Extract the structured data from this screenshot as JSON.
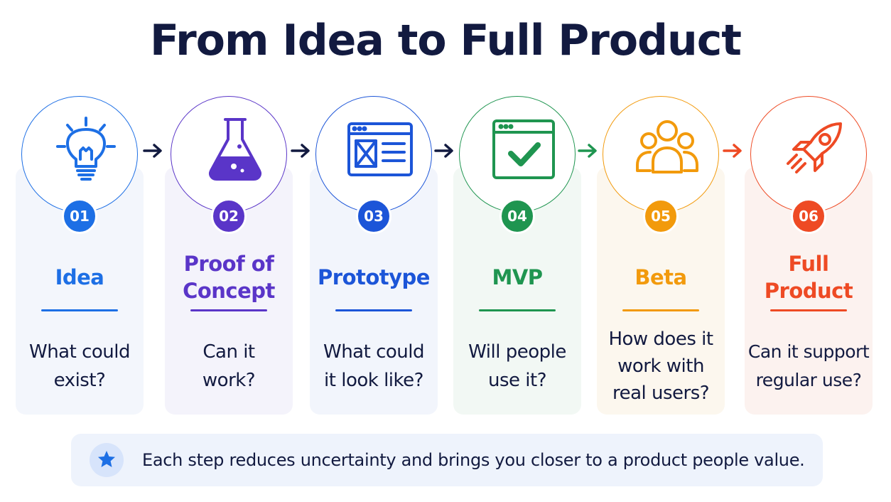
{
  "title": "From Idea to Full Product",
  "steps": [
    {
      "number": "01",
      "label": "Idea",
      "question": "What could exist?",
      "icon": "lightbulb-icon",
      "color": "#1d6fe5",
      "card_bg": "#f3f6fc"
    },
    {
      "number": "02",
      "label": "Proof of Concept",
      "question": "Can it work?",
      "icon": "flask-icon",
      "color": "#5a35c8",
      "card_bg": "#f4f3fb"
    },
    {
      "number": "03",
      "label": "Prototype",
      "question": "What could it look like?",
      "icon": "wireframe-icon",
      "color": "#1c55d8",
      "card_bg": "#f2f5fc"
    },
    {
      "number": "04",
      "label": "MVP",
      "question": "Will people use it?",
      "icon": "checkmark-window-icon",
      "color": "#1f9550",
      "card_bg": "#f2f8f4"
    },
    {
      "number": "05",
      "label": "Beta",
      "question": "How does it work with real users?",
      "icon": "users-icon",
      "color": "#f29a0c",
      "card_bg": "#fcf7ee"
    },
    {
      "number": "06",
      "label": "Full Product",
      "question": "Can it support regular use?",
      "icon": "rocket-icon",
      "color": "#ee4a24",
      "card_bg": "#fcf2ef"
    }
  ],
  "arrows": [
    {
      "icon": "arrow-right-icon",
      "color": "#121a40"
    },
    {
      "icon": "arrow-right-icon",
      "color": "#121a40"
    },
    {
      "icon": "arrow-right-icon",
      "color": "#121a40"
    },
    {
      "icon": "arrow-right-icon",
      "color": "#1f9550"
    },
    {
      "icon": "arrow-right-icon",
      "color": "#ee4a24"
    }
  ],
  "footer": {
    "icon": "star-icon",
    "icon_color": "#1d6fe5",
    "text": "Each step reduces uncertainty and brings you closer to a product people value."
  }
}
